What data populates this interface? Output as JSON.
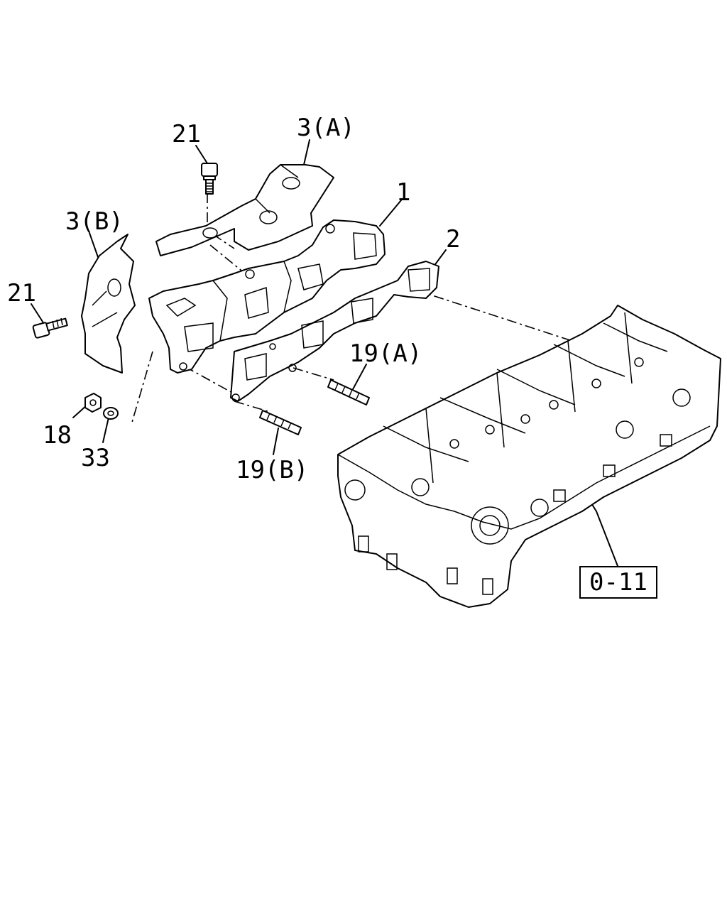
{
  "labels": {
    "bolt_top": "21",
    "heat_shield_a": "3(A)",
    "manifold": "1",
    "gasket": "2",
    "heat_shield_b": "3(B)",
    "bolt_left": "21",
    "stud_a": "19(A)",
    "nut": "18",
    "washer": "33",
    "stud_b": "19(B)",
    "reference": "0-11"
  },
  "colors": {
    "line": "#000000",
    "background": "#ffffff"
  }
}
